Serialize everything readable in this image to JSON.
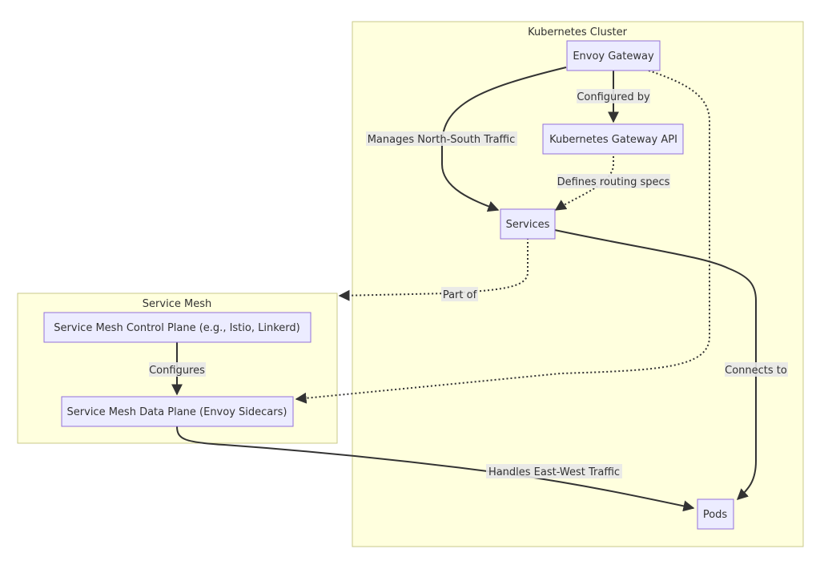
{
  "clusters": {
    "k8s": {
      "label": "Kubernetes Cluster"
    },
    "mesh": {
      "label": "Service Mesh"
    }
  },
  "nodes": {
    "envoy_gateway": "Envoy Gateway",
    "gateway_api": "Kubernetes Gateway API",
    "services": "Services",
    "pods": "Pods",
    "control_plane": "Service Mesh Control Plane (e.g., Istio, Linkerd)",
    "data_plane": "Service Mesh Data Plane (Envoy Sidecars)"
  },
  "edges": [
    {
      "from": "envoy_gateway",
      "to": "gateway_api",
      "label": "Configured by",
      "style": "solid"
    },
    {
      "from": "envoy_gateway",
      "to": "services",
      "label": "Manages North-South Traffic",
      "style": "solid"
    },
    {
      "from": "gateway_api",
      "to": "services",
      "label": "Defines routing specs",
      "style": "dotted"
    },
    {
      "from": "services",
      "to": "mesh",
      "label": "Part of",
      "style": "dotted"
    },
    {
      "from": "envoy_gateway",
      "to": "data_plane",
      "label": "",
      "style": "dotted"
    },
    {
      "from": "services",
      "to": "pods",
      "label": "Connects to",
      "style": "solid"
    },
    {
      "from": "control_plane",
      "to": "data_plane",
      "label": "Configures",
      "style": "solid"
    },
    {
      "from": "data_plane",
      "to": "pods",
      "label": "Handles East-West Traffic",
      "style": "solid"
    }
  ]
}
